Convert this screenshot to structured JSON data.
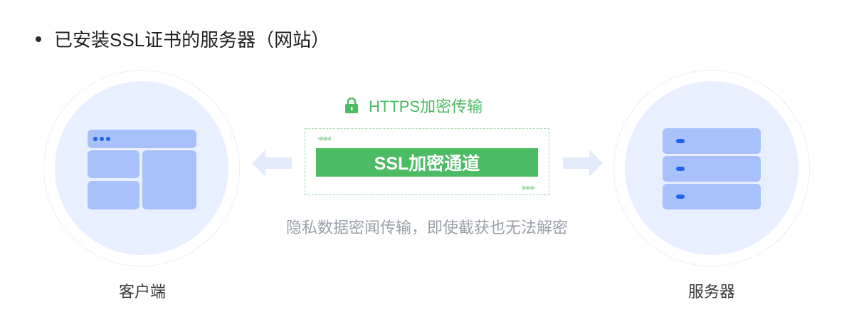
{
  "heading": "已安装SSL证书的服务器（网站）",
  "client": {
    "label": "客户端",
    "icon": "browser-window-icon"
  },
  "server": {
    "label": "服务器",
    "icon": "server-rack-icon"
  },
  "tunnel": {
    "https_label": "HTTPS加密传输",
    "lock_icon": "lock-icon",
    "bar_label": "SSL加密通道",
    "caption": "隐私数据密闻传输，即使截获也无法解密"
  },
  "colors": {
    "green": "#4cbb63",
    "light_green_border": "#9bd8a8",
    "icon_blue": "#a8c1fb",
    "accent_blue": "#2563eb",
    "disc_bg": "#e8efff",
    "arrow": "#e3ebfb",
    "caption_gray": "#9aa0a8"
  }
}
